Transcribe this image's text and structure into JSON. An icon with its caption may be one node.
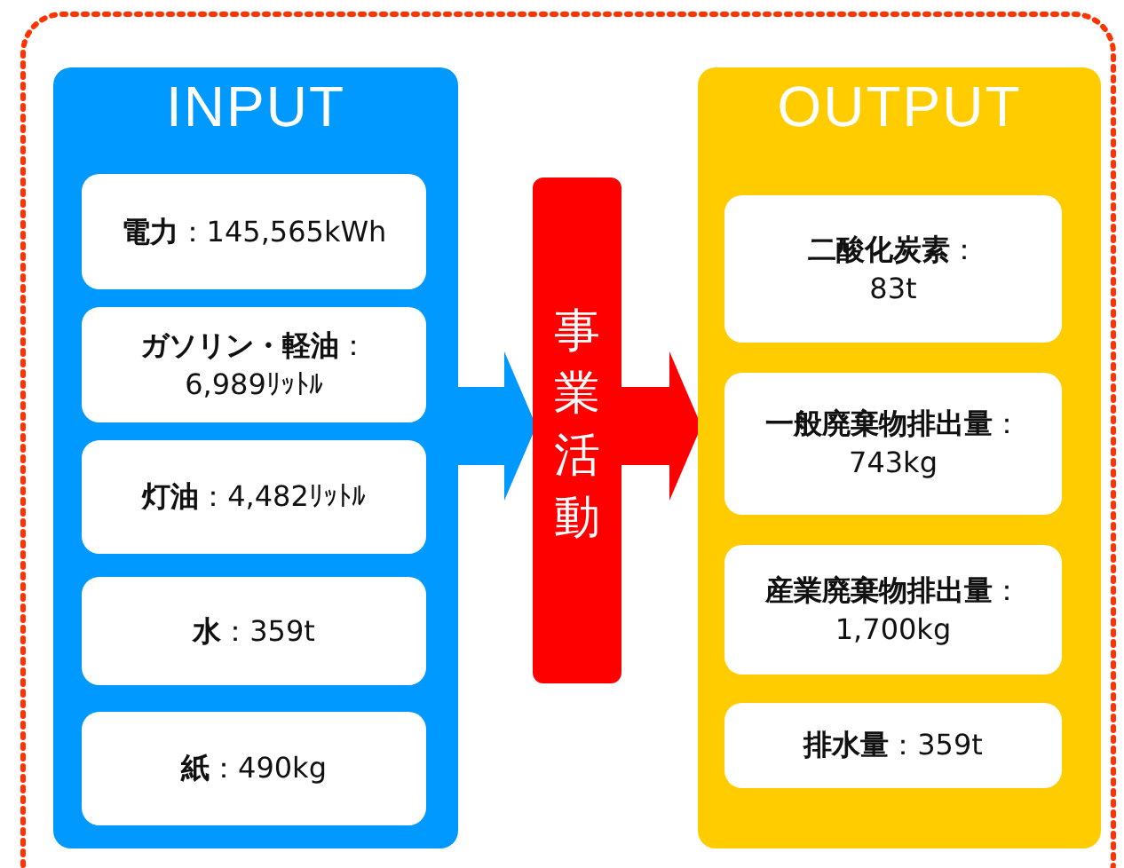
{
  "diagram": {
    "nodes": [
      {
        "text": [
          "INPUT"
        ]
      },
      {
        "text": [
          "**電力**：145,565kWh"
        ],
        "in": 0
      },
      {
        "text": [
          "**ガソリン・軽油**：",
          "6,989ﾘｯﾄﾙ"
        ],
        "in": 0
      },
      {
        "text": [
          "**灯油**：4,482ﾘｯﾄﾙ"
        ],
        "in": 0
      },
      {
        "text": [
          "**水**：359t"
        ],
        "in": 0
      },
      {
        "text": [
          "**紙**：490kg"
        ],
        "in": 0
      },
      {
        "text": [
          "事業活動"
        ]
      },
      {
        "text": [
          "OUTPUT"
        ]
      },
      {
        "text": [
          "**二酸化炭素**：",
          "83t"
        ],
        "in": 7
      },
      {
        "text": [
          "**一般廃棄物排出量**：",
          "743kg"
        ],
        "in": 7
      },
      {
        "text": [
          "**産業廃棄物排出量**：",
          "1,700kg"
        ],
        "in": 7
      },
      {
        "text": [
          "**排水量**：359t"
        ],
        "in": 7
      }
    ],
    "edges": [
      {
        "from": 0,
        "to": 6,
        "arrow": "to",
        "color": "#0099ff"
      },
      {
        "from": 6,
        "to": 7,
        "arrow": "to",
        "color": "#ff0000"
      }
    ]
  }
}
